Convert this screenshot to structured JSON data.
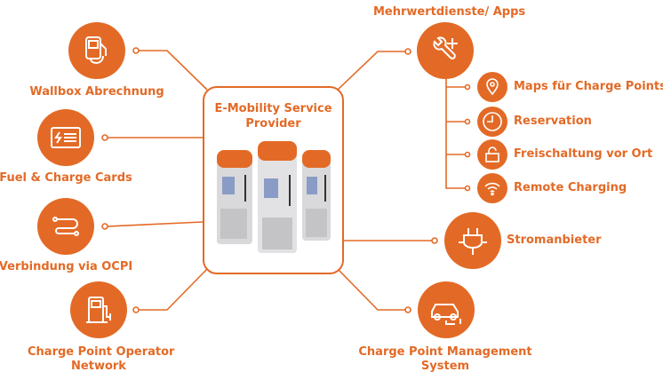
{
  "colors": {
    "accent": "#e36a26"
  },
  "center": {
    "title_line1": "E-Mobility Service",
    "title_line2": "Provider",
    "icon": "charging-stations-illustration"
  },
  "left_nodes": [
    {
      "label": "Wallbox Abrechnung",
      "icon": "wallbox-icon"
    },
    {
      "label": "Fuel & Charge Cards",
      "icon": "charge-card-icon"
    },
    {
      "label": "Verbindung via OCPI",
      "icon": "route-connection-icon"
    },
    {
      "label_line1": "Charge Point Operator",
      "label_line2": "Network",
      "icon": "charge-point-icon"
    }
  ],
  "right_nodes": {
    "apps": {
      "label": "Mehrwertdienste/ Apps",
      "icon": "wrench-plus-icon",
      "items": [
        {
          "label": "Maps für Charge Points",
          "icon": "map-pin-icon"
        },
        {
          "label": "Reservation",
          "icon": "clock-icon"
        },
        {
          "label": "Freischaltung vor Ort",
          "icon": "unlock-icon"
        },
        {
          "label": "Remote Charging",
          "icon": "wifi-icon"
        }
      ]
    },
    "energy": {
      "label": "Stromanbieter",
      "icon": "plug-icon"
    },
    "cpms": {
      "label_line1": "Charge Point Management",
      "label_line2": "System",
      "icon": "car-plug-icon"
    }
  }
}
